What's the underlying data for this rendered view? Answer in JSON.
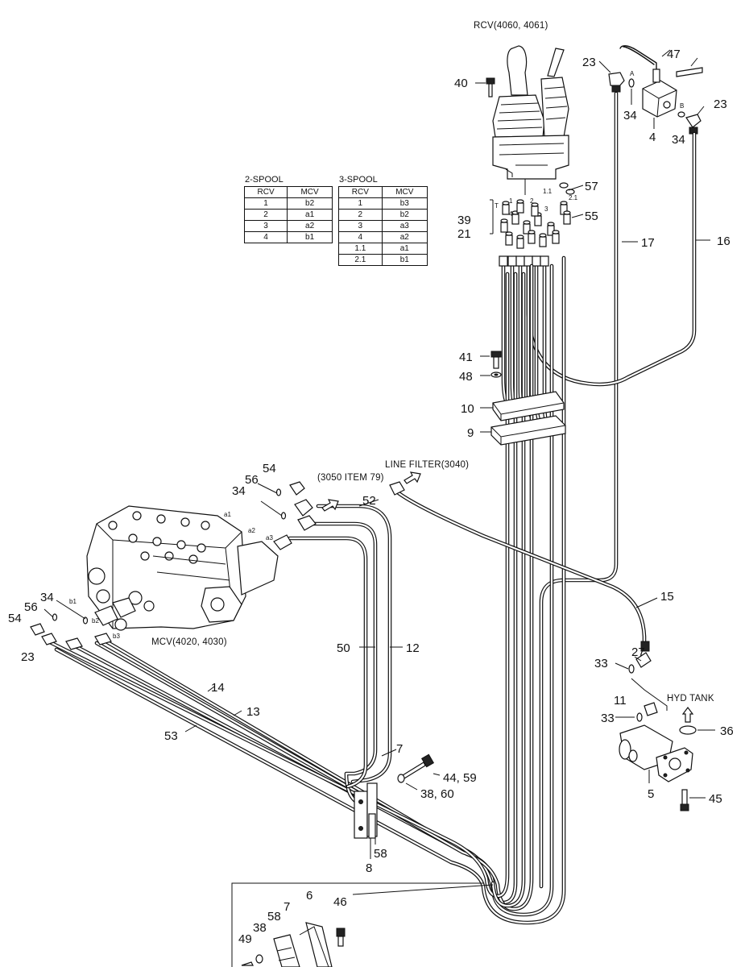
{
  "labels": {
    "rcv": "RCV(4060, 4061)",
    "mcv": "MCV(4020, 4030)",
    "line_filter": "LINE FILTER(3040)",
    "ref_3050": "(3050 ITEM 79)",
    "hyd_tank": "HYD TANK"
  },
  "ports": {
    "a1": "a1",
    "a2": "a2",
    "a3": "a3",
    "b1": "b1",
    "b2": "b2",
    "b3": "b3",
    "A": "A",
    "B": "B",
    "p1": "1",
    "p2": "2",
    "p3": "3",
    "p4": "4",
    "p11": "1.1",
    "p21": "2.1",
    "pT": "T"
  },
  "tables": {
    "two_spool": {
      "title": "2-SPOOL",
      "headers": [
        "RCV",
        "MCV"
      ],
      "rows": [
        [
          "1",
          "b2"
        ],
        [
          "2",
          "a1"
        ],
        [
          "3",
          "a2"
        ],
        [
          "4",
          "b1"
        ]
      ]
    },
    "three_spool": {
      "title": "3-SPOOL",
      "headers": [
        "RCV",
        "MCV"
      ],
      "rows": [
        [
          "1",
          "b3"
        ],
        [
          "2",
          "b2"
        ],
        [
          "3",
          "a3"
        ],
        [
          "4",
          "a2"
        ],
        [
          "1.1",
          "a1"
        ],
        [
          "2.1",
          "b1"
        ]
      ]
    }
  },
  "callouts": {
    "c40": "40",
    "c23a": "23",
    "c47": "47",
    "c34a": "34",
    "c4": "4",
    "c23b": "23",
    "c34b": "34",
    "c57": "57",
    "c55": "55",
    "c39": "39",
    "c21": "21",
    "c17": "17",
    "c16": "16",
    "c41": "41",
    "c48": "48",
    "c10": "10",
    "c9": "9",
    "c54a": "54",
    "c56a": "56",
    "c34c": "34",
    "c52": "52",
    "c34d": "34",
    "c56b": "56",
    "c54b": "54",
    "c23c": "23",
    "c15": "15",
    "c27": "27",
    "c33a": "33",
    "c11": "11",
    "c33b": "33",
    "c36": "36",
    "c5": "5",
    "c45": "45",
    "c50": "50",
    "c12": "12",
    "c14": "14",
    "c13": "13",
    "c53": "53",
    "c7": "7",
    "c4459": "44, 59",
    "c3860": "38, 60",
    "c58": "58",
    "c8": "8",
    "c6": "6",
    "c46": "46",
    "c7b": "7",
    "c58b": "58",
    "c38b": "38",
    "c49": "49"
  }
}
